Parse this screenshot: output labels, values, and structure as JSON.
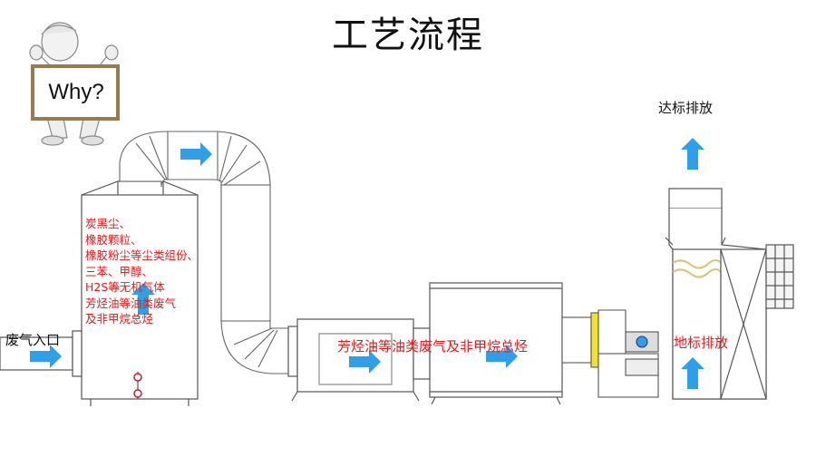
{
  "title": "工艺流程",
  "why_label": "Why?",
  "labels": {
    "inlet": "废气入口",
    "outlet": "达标排放",
    "middle": "芳烃油等油类废气及非甲烷总烃",
    "standard": "地标排放"
  },
  "pollutants": [
    "炭黑尘、",
    "橡胶颗粒、",
    "橡胶粉尘等尘类组份、",
    "三苯、甲醇、",
    "H2S等无机气体",
    "芳烃油等油类废气",
    "及非甲烷总烃"
  ],
  "colors": {
    "arrow": "#2f9fe8",
    "text_red": "#e31b1b",
    "line": "#555555",
    "yellow_band": "#f2e22e"
  }
}
